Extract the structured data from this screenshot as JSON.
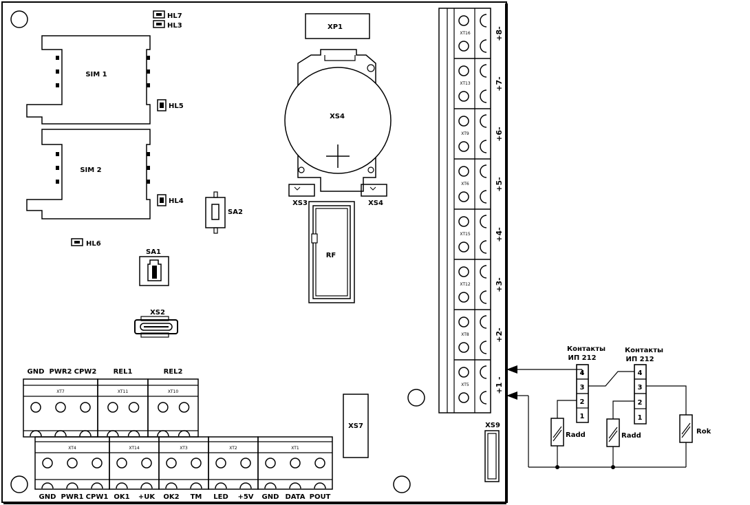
{
  "board": {
    "sim": [
      "SIM 1",
      "SIM 2"
    ],
    "leds": {
      "hl7": "HL7",
      "hl3": "HL3",
      "hl5": "HL5",
      "hl4": "HL4",
      "hl6": "HL6"
    },
    "switches": {
      "sa1": "SA1",
      "sa2": "SA2"
    },
    "connectors": {
      "xp1": "XP1",
      "xs4": "XS4",
      "xs3": "XS3",
      "xs4b": "XS4",
      "rf": "RF",
      "xs2": "XS2",
      "xs7": "XS7",
      "xs9": "XS9"
    }
  },
  "right_terminals": [
    {
      "id": "XT16",
      "label": "+8-"
    },
    {
      "id": "XT13",
      "label": "+7-"
    },
    {
      "id": "XT9",
      "label": "+6-"
    },
    {
      "id": "XT6",
      "label": "+5-"
    },
    {
      "id": "XT15",
      "label": "+4-"
    },
    {
      "id": "XT12",
      "label": "+3-"
    },
    {
      "id": "XT8",
      "label": "+2-"
    },
    {
      "id": "XT5",
      "label": "+1 -"
    }
  ],
  "upper_blocks": [
    {
      "id": "XT7",
      "pins": [
        "GND",
        "PWR2",
        "CPW2"
      ]
    },
    {
      "id": "XT11",
      "pins": [
        "REL1"
      ]
    },
    {
      "id": "XT10",
      "pins": [
        "REL2"
      ]
    }
  ],
  "lower_blocks": [
    {
      "id": "XT4",
      "pins": [
        "GND",
        "PWR1",
        "CPW1"
      ]
    },
    {
      "id": "XT14",
      "pins": [
        "OK1",
        "+UK"
      ]
    },
    {
      "id": "XT3",
      "pins": [
        "OK2",
        "TM"
      ]
    },
    {
      "id": "XT2",
      "pins": [
        "LED",
        "+5V"
      ]
    },
    {
      "id": "XT1",
      "pins": [
        "GND",
        "DATA",
        "POUT"
      ]
    }
  ],
  "external": {
    "detector1": {
      "line1": "Контакты",
      "line2": "ИП 212",
      "pins": [
        "4",
        "3",
        "2",
        "1"
      ]
    },
    "detector2": {
      "line1": "Контакты",
      "line2": "ИП 212",
      "pins": [
        "4",
        "3",
        "2",
        "1"
      ]
    },
    "resistors": [
      "Radd",
      "Radd",
      "Rok"
    ]
  }
}
